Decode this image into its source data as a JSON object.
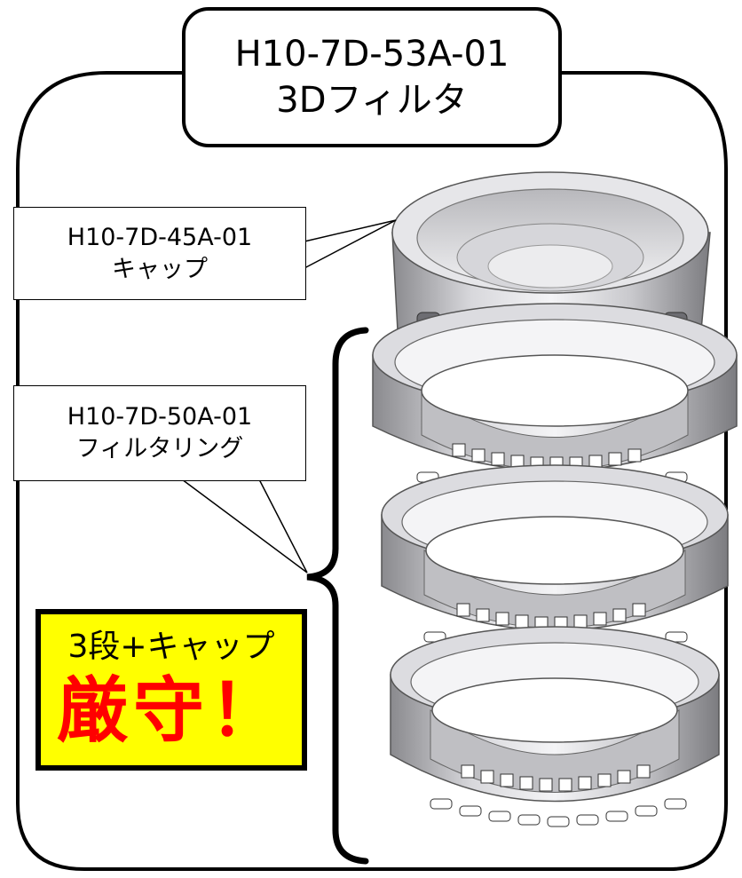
{
  "assembly": {
    "part_number": "H10-7D-53A-01",
    "name": "3Dフィルタ"
  },
  "cap_label": {
    "part_number": "H10-7D-45A-01",
    "name": "キャップ"
  },
  "ring_label": {
    "part_number": "H10-7D-50A-01",
    "name": "フィルタリング"
  },
  "warning": {
    "line1": "3段+キャップ",
    "line2": "厳守！",
    "background": "#ffff00",
    "emphasis_color": "#ff0000"
  },
  "components": [
    "cap",
    "filter-ring",
    "filter-ring",
    "filter-ring"
  ]
}
